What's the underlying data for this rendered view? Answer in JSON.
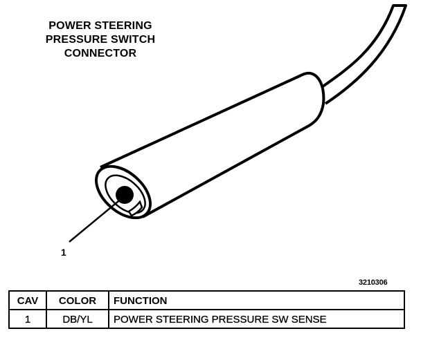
{
  "title": {
    "line1": "POWER STEERING",
    "line2": "PRESSURE SWITCH",
    "line3": "CONNECTOR"
  },
  "callout": {
    "label": "1"
  },
  "figure_id": "3210306",
  "table": {
    "headers": {
      "cav": "CAV",
      "color": "COLOR",
      "function": "FUNCTION"
    },
    "rows": [
      {
        "cav": "1",
        "color": "DB/YL",
        "function": "POWER STEERING PRESSURE SW SENSE"
      }
    ]
  }
}
